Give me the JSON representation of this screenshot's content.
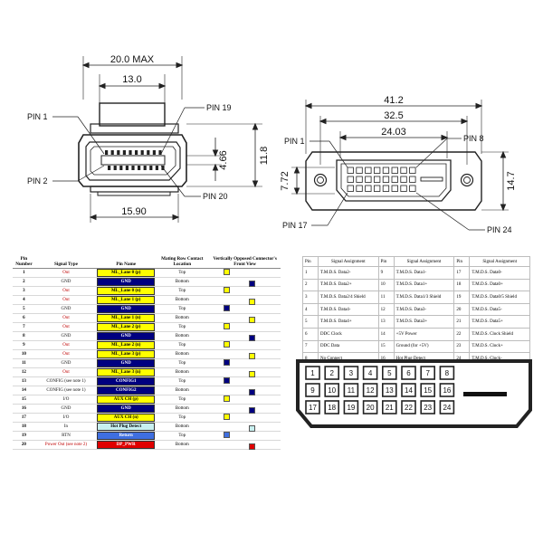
{
  "dp_drawing": {
    "dims": {
      "overall_width": "20.0 MAX",
      "plug_width": "13.0",
      "body_height": "4.66",
      "shell_height": "11.8",
      "base_width": "15.90"
    },
    "pins": {
      "pin1": "PIN 1",
      "pin2": "PIN 2",
      "pin19": "PIN 19",
      "pin20": "PIN 20"
    }
  },
  "dvi_drawing": {
    "dims": {
      "overall": "41.2",
      "screw_span": "32.5",
      "contact_width": "24.03",
      "contact_height": "7.72",
      "shell_height": "14.7"
    },
    "pins": {
      "pin1": "PIN 1",
      "pin8": "PIN 8",
      "pin17": "PIN 17",
      "pin24": "PIN 24"
    }
  },
  "dp_table": {
    "headers": {
      "pin": "Pin Number",
      "signal": "Signal Type",
      "name": "Pin Name",
      "location": "Mating Row Contact Location",
      "view": "Vertically Opposed Connector's Front View"
    },
    "rows": [
      {
        "pin": "1",
        "signal": "Out",
        "name": "ML_Lane 0 (p)",
        "location": "Top"
      },
      {
        "pin": "2",
        "signal": "GND",
        "name": "GND",
        "location": "Bottom"
      },
      {
        "pin": "3",
        "signal": "Out",
        "name": "ML_Lane 0 (n)",
        "location": "Top"
      },
      {
        "pin": "4",
        "signal": "Out",
        "name": "ML_Lane 1 (p)",
        "location": "Bottom"
      },
      {
        "pin": "5",
        "signal": "GND",
        "name": "GND",
        "location": "Top"
      },
      {
        "pin": "6",
        "signal": "Out",
        "name": "ML_Lane 1 (n)",
        "location": "Bottom"
      },
      {
        "pin": "7",
        "signal": "Out",
        "name": "ML_Lane 2 (p)",
        "location": "Top"
      },
      {
        "pin": "8",
        "signal": "GND",
        "name": "GND",
        "location": "Bottom"
      },
      {
        "pin": "9",
        "signal": "Out",
        "name": "ML_Lane 2 (n)",
        "location": "Top"
      },
      {
        "pin": "10",
        "signal": "Out",
        "name": "ML_Lane 3 (p)",
        "location": "Bottom"
      },
      {
        "pin": "11",
        "signal": "GND",
        "name": "GND",
        "location": "Top"
      },
      {
        "pin": "12",
        "signal": "Out",
        "name": "ML_Lane 3 (n)",
        "location": "Bottom"
      },
      {
        "pin": "13",
        "signal": "CONFIG (see note 1)",
        "name": "CONFIG1",
        "location": "Top"
      },
      {
        "pin": "14",
        "signal": "CONFIG (see note 1)",
        "name": "CONFIG2",
        "location": "Bottom"
      },
      {
        "pin": "15",
        "signal": "I/O",
        "name": "AUX CH (p)",
        "location": "Top"
      },
      {
        "pin": "16",
        "signal": "GND",
        "name": "GND",
        "location": "Bottom"
      },
      {
        "pin": "17",
        "signal": "I/O",
        "name": "AUX CH (n)",
        "location": "Top"
      },
      {
        "pin": "18",
        "signal": "In",
        "name": "Hot Plug Detect",
        "location": "Bottom"
      },
      {
        "pin": "19",
        "signal": "RTN",
        "name": "Return",
        "location": "Top"
      },
      {
        "pin": "20",
        "signal": "Power Out (see note 2)",
        "name": "DP_PWR",
        "location": "Bottom"
      }
    ],
    "colors": {
      "lane": "#ffff00",
      "gnd": "#000080",
      "config": "#000080",
      "aux": "#ffff00",
      "hpd": "#c8f0f0",
      "rtn": "#3f6fe0",
      "pwr": "#e00000",
      "signal_text": "#c00000"
    }
  },
  "dvi_table": {
    "headers": {
      "pin": "Pin",
      "signal": "Signal Assignment"
    },
    "rows": [
      [
        {
          "pin": "1",
          "sig": "T.M.D.S. Data2-"
        },
        {
          "pin": "9",
          "sig": "T.M.D.S. Data1-"
        },
        {
          "pin": "17",
          "sig": "T.M.D.S. Data0-"
        }
      ],
      [
        {
          "pin": "2",
          "sig": "T.M.D.S. Data2+"
        },
        {
          "pin": "10",
          "sig": "T.M.D.S. Data1+"
        },
        {
          "pin": "18",
          "sig": "T.M.D.S. Data0+"
        }
      ],
      [
        {
          "pin": "3",
          "sig": "T.M.D.S. Data2/4 Shield"
        },
        {
          "pin": "11",
          "sig": "T.M.D.S. Data1/3 Shield"
        },
        {
          "pin": "19",
          "sig": "T.M.D.S. Data0/5 Shield"
        }
      ],
      [
        {
          "pin": "4",
          "sig": "T.M.D.S. Data4-"
        },
        {
          "pin": "12",
          "sig": "T.M.D.S. Data3-"
        },
        {
          "pin": "20",
          "sig": "T.M.D.S. Data5-"
        }
      ],
      [
        {
          "pin": "5",
          "sig": "T.M.D.S. Data4+"
        },
        {
          "pin": "13",
          "sig": "T.M.D.S. Data3+"
        },
        {
          "pin": "21",
          "sig": "T.M.D.S. Data5+"
        }
      ],
      [
        {
          "pin": "6",
          "sig": "DDC Clock"
        },
        {
          "pin": "14",
          "sig": "+5V Power"
        },
        {
          "pin": "22",
          "sig": "T.M.D.S. Clock Shield"
        }
      ],
      [
        {
          "pin": "7",
          "sig": "DDC Data"
        },
        {
          "pin": "15",
          "sig": "Ground (for +5V)"
        },
        {
          "pin": "23",
          "sig": "T.M.D.S. Clock+"
        }
      ],
      [
        {
          "pin": "8",
          "sig": "No Connect"
        },
        {
          "pin": "16",
          "sig": "Hot Plug Detect"
        },
        {
          "pin": "24",
          "sig": "T.M.D.S. Clock-"
        }
      ]
    ]
  },
  "dvi_pinout": {
    "row1": [
      "1",
      "2",
      "3",
      "4",
      "5",
      "6",
      "7",
      "8"
    ],
    "row2": [
      "9",
      "10",
      "11",
      "12",
      "13",
      "14",
      "15",
      "16"
    ],
    "row3": [
      "17",
      "18",
      "19",
      "20",
      "21",
      "22",
      "23",
      "24"
    ]
  }
}
